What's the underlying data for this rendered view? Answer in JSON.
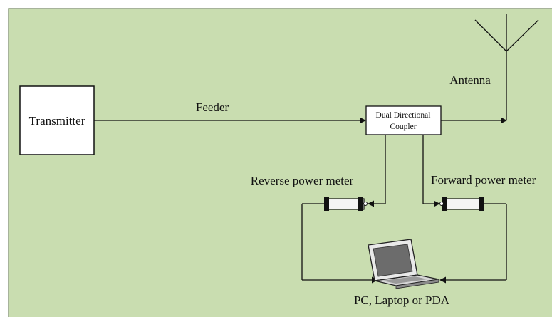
{
  "diagram": {
    "background_color": "#c9ddb0",
    "border_color": "#8a9a7a",
    "line_color": "#111111",
    "box_fill": "#ffffff",
    "transmitter": {
      "label": "Transmitter"
    },
    "feeder": {
      "label": "Feeder"
    },
    "coupler": {
      "label_line1": "Dual Directional",
      "label_line2": "Coupler"
    },
    "antenna": {
      "label": "Antenna"
    },
    "reverse_meter": {
      "label": "Reverse power meter"
    },
    "forward_meter": {
      "label": "Forward power meter"
    },
    "computer": {
      "label": "PC, Laptop or PDA"
    }
  }
}
